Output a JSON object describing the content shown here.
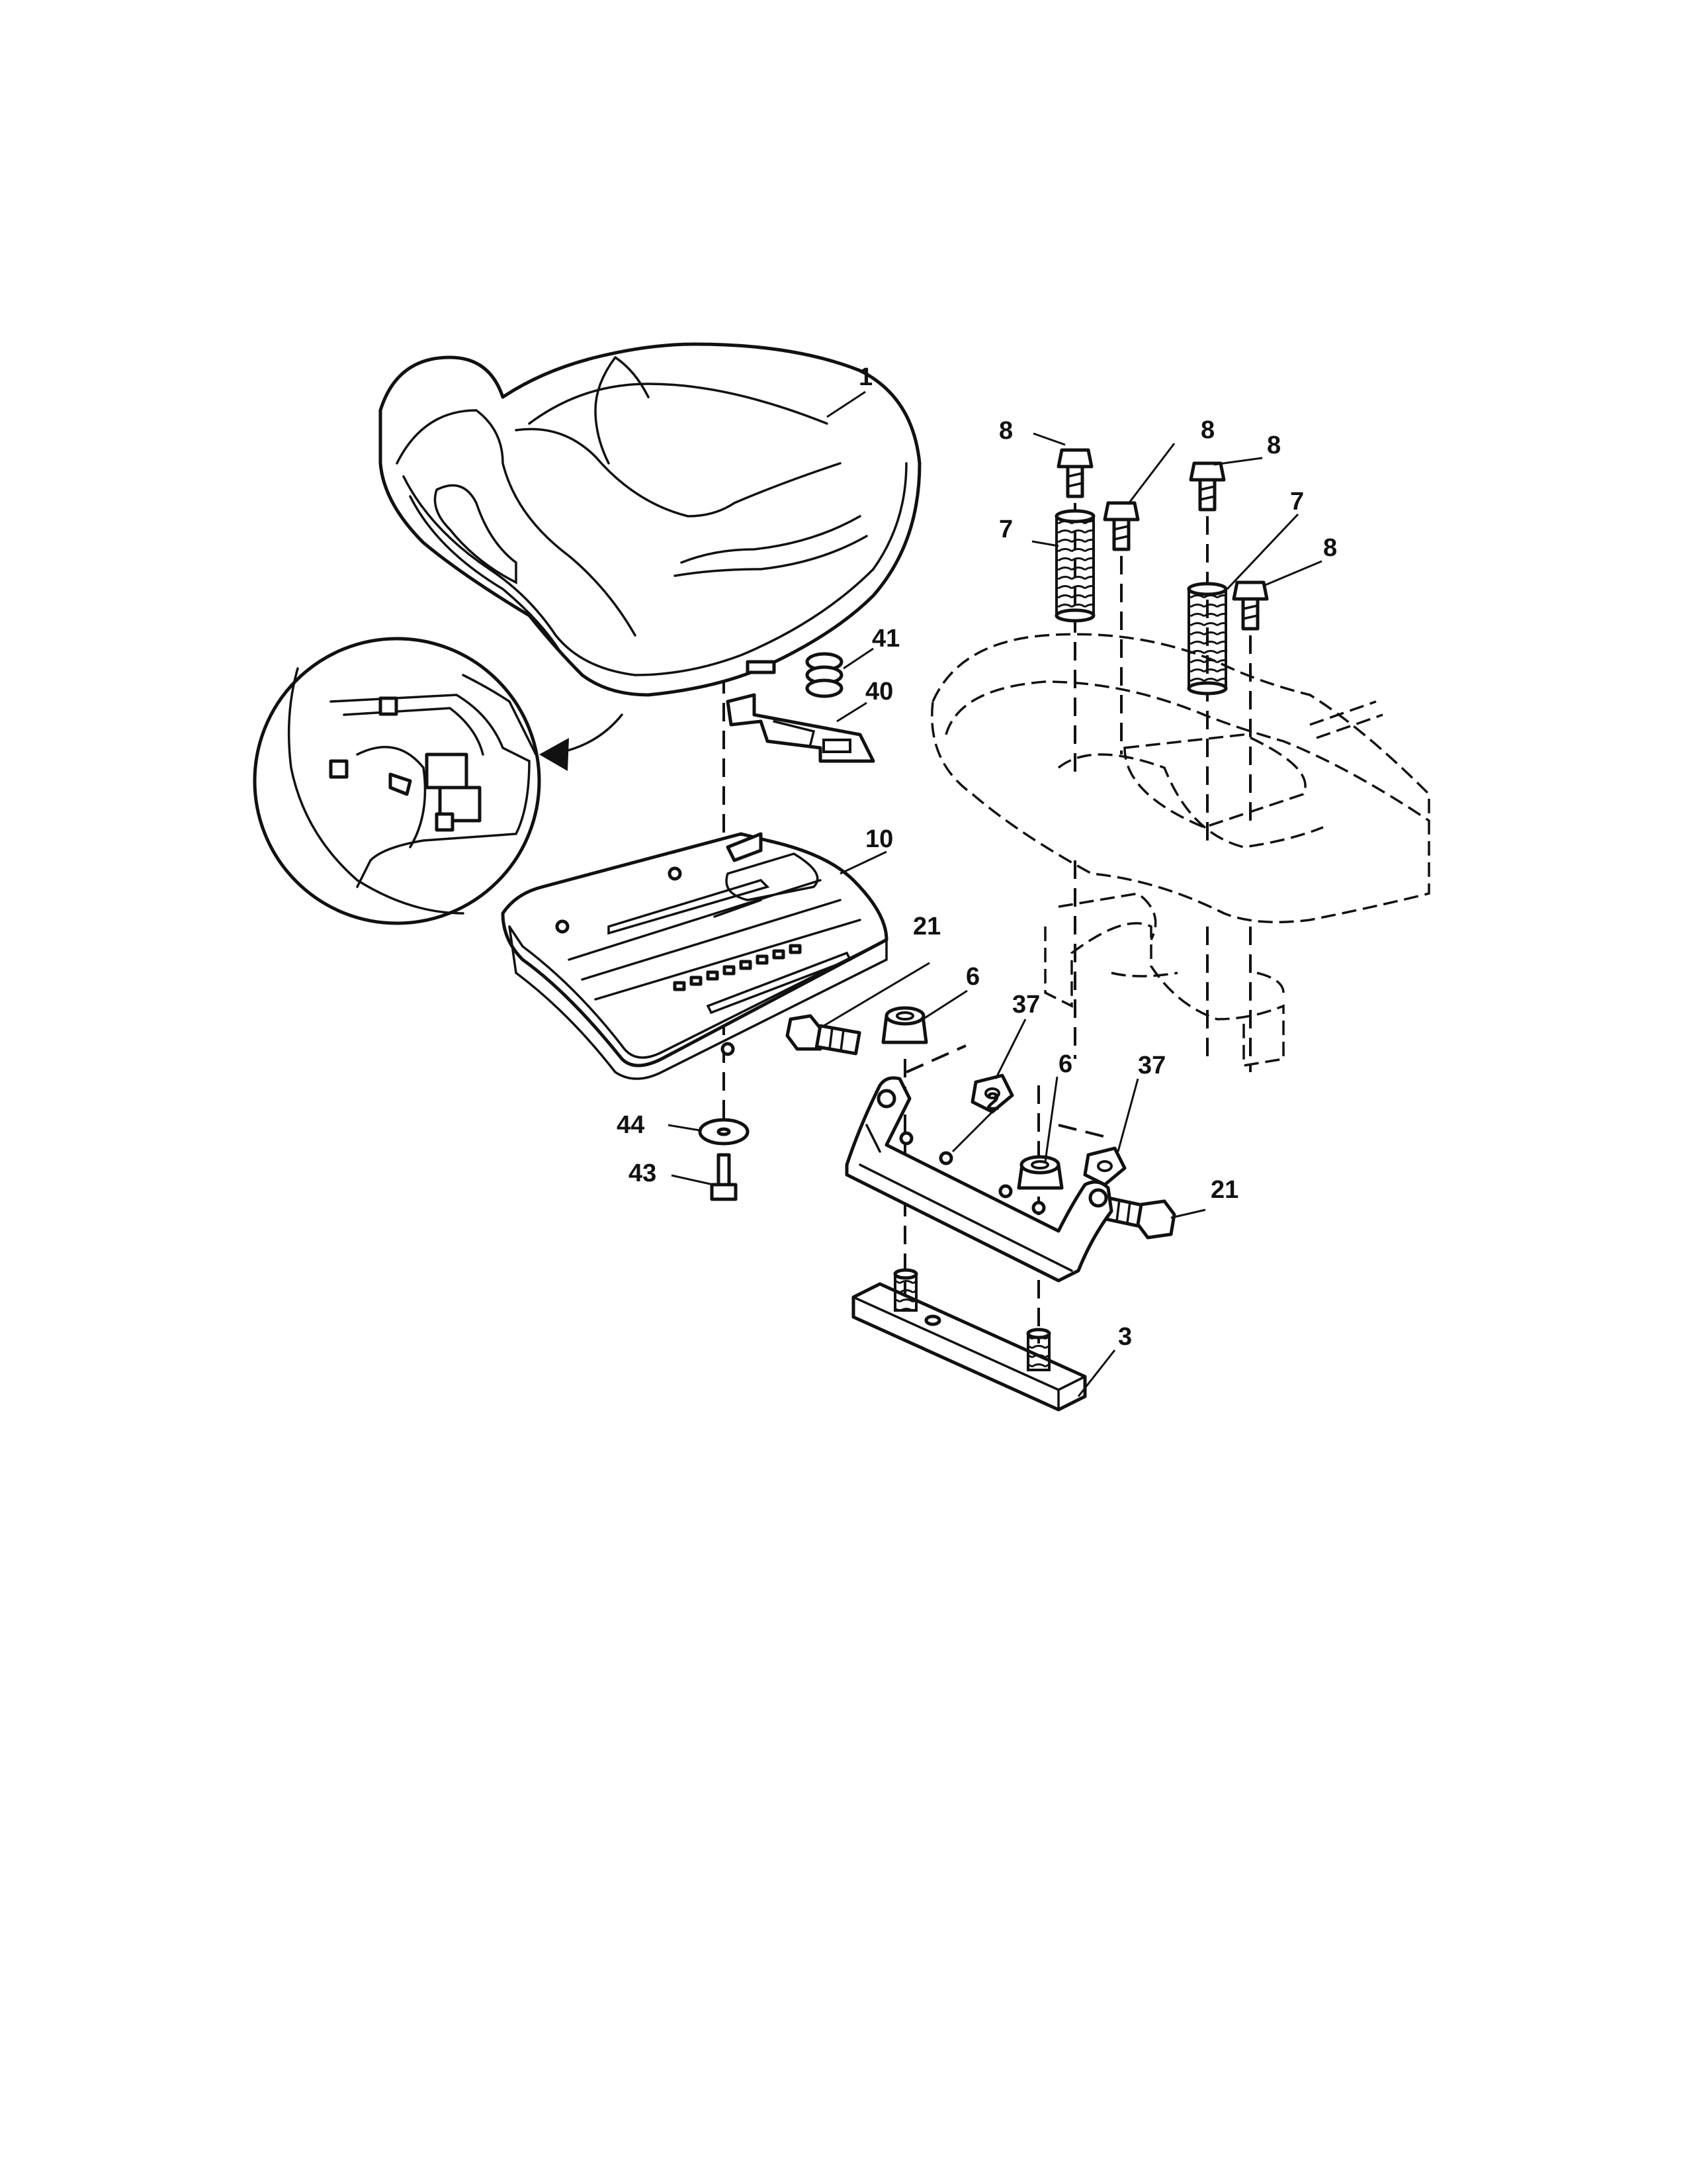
{
  "callouts": {
    "seat": "1",
    "seat_bracket": "2",
    "bottom_plate": "3",
    "lock_nut_left": "6",
    "lock_nut_right": "6",
    "spring_left": "7",
    "spring_right": "7",
    "bolt_a": "8",
    "bolt_b": "8",
    "bolt_c": "8",
    "bolt_d": "8",
    "seat_pan": "10",
    "shoulder_bolt_left": "21",
    "shoulder_bolt_right": "21",
    "nut_left": "37",
    "nut_right": "37",
    "switch_clip": "40",
    "small_spring": "41",
    "bolt_small": "43",
    "washer": "44"
  }
}
